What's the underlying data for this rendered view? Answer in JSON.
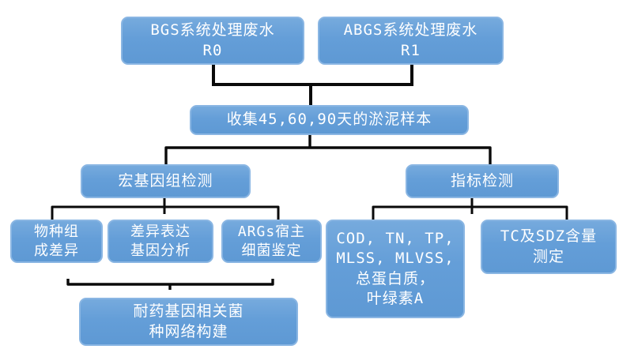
{
  "diagram_type": "flowchart",
  "nodes": {
    "bgs": {
      "line1": "BGS系统处理废水",
      "line2": "R0"
    },
    "abgs": {
      "line1": "ABGS系统处理废水",
      "line2": "R1"
    },
    "collect": {
      "line1": "收集45,60,90天的淤泥样本"
    },
    "metagenome": {
      "line1": "宏基因组检测"
    },
    "indicator": {
      "line1": "指标检测"
    },
    "species_diff": {
      "line1": "物种组",
      "line2": "成差异"
    },
    "deg_analysis": {
      "line1": "差异表达",
      "line2": "基因分析"
    },
    "args_host": {
      "line1": "ARGs宿主",
      "line2": "细菌鉴定"
    },
    "water_quality": {
      "line1": "COD, TN, TP,",
      "line2": "MLSS, MLVSS,",
      "line3": "总蛋白质，",
      "line4": "叶绿素A"
    },
    "tc_sdz": {
      "line1": "TC及SDZ含量",
      "line2": "测定"
    },
    "network": {
      "line1": "耐药基因相关菌",
      "line2": "种网络构建"
    }
  },
  "colors": {
    "node_fill": "#649ED8",
    "node_fill_top": "#76AADD",
    "node_border": "#8AB6E3",
    "node_text": "#FFFFFF",
    "connector": "#0A0A0A",
    "background": "#FFFFFF"
  }
}
